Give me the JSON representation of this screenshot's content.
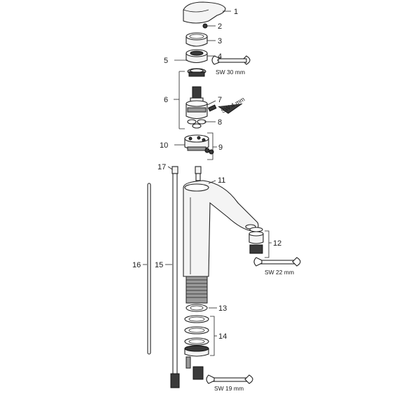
{
  "callouts": {
    "c1": "1",
    "c2": "2",
    "c3": "3",
    "c4": "4",
    "c5": "5",
    "c6": "6",
    "c7": "7",
    "c8": "8",
    "c9": "9",
    "c10": "10",
    "c11": "11",
    "c12": "12",
    "c13": "13",
    "c14": "14",
    "c15": "15",
    "c16": "16",
    "c17": "17"
  },
  "wrench_labels": {
    "sw30": "SW 30 mm",
    "sw4": "SW 4 mm",
    "sw22": "SW 22 mm",
    "sw19": "SW 19 mm"
  }
}
